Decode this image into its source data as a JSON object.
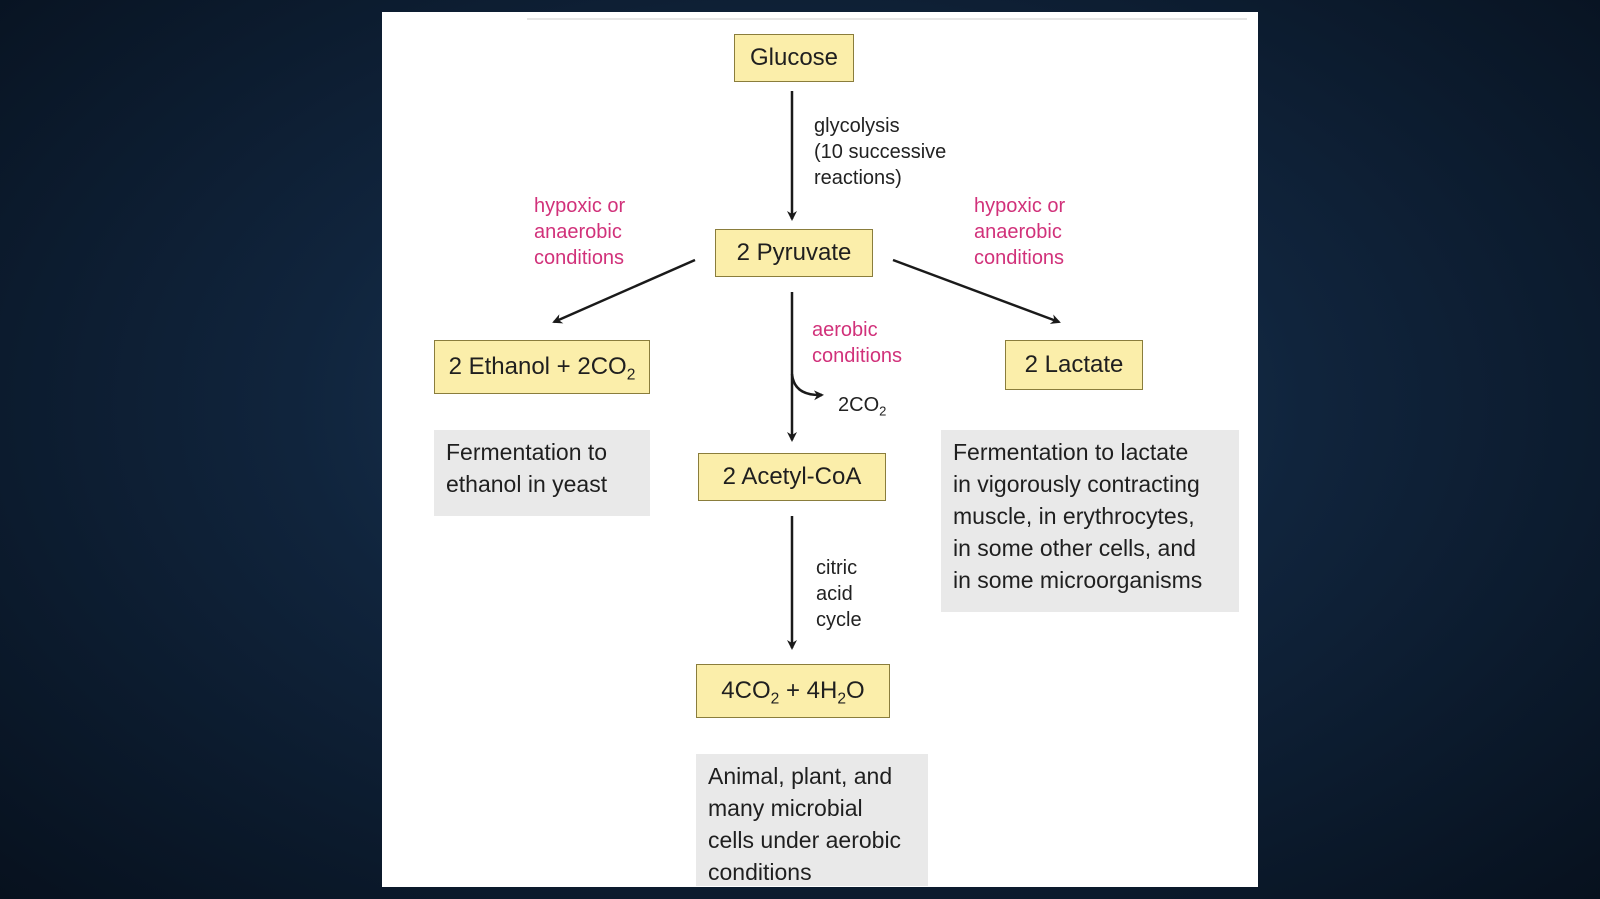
{
  "diagram": {
    "nodes": {
      "glucose": "Glucose",
      "pyruvate": "2 Pyruvate",
      "ethanol": {
        "text": "2 Ethanol + 2CO",
        "sub": "2"
      },
      "lactate": "2 Lactate",
      "acetyl_coa": "2 Acetyl-CoA",
      "final": {
        "part1": "4CO",
        "sub1": "2",
        "part2": " + 4H",
        "sub2": "2",
        "part3": "O"
      }
    },
    "edge_labels": {
      "glycolysis": [
        "glycolysis",
        "(10 successive",
        "reactions)"
      ],
      "hypoxic_left": [
        "hypoxic or",
        "anaerobic",
        "conditions"
      ],
      "hypoxic_right": [
        "hypoxic or",
        "anaerobic",
        "conditions"
      ],
      "aerobic": [
        "aerobic",
        "conditions"
      ],
      "co2_release": {
        "text": "2CO",
        "sub": "2"
      },
      "citric_acid_cycle": [
        "citric",
        "acid",
        "cycle"
      ]
    },
    "notes": {
      "ethanol": [
        "Fermentation to",
        "ethanol in yeast"
      ],
      "lactate": [
        "Fermentation to lactate",
        "in vigorously contracting",
        "muscle, in erythrocytes,",
        "in some other cells, and",
        "in some microorganisms"
      ],
      "aerobic": [
        "Animal, plant, and",
        "many microbial",
        "cells under aerobic",
        "conditions"
      ]
    },
    "colors": {
      "box_fill": "#fbeeaa",
      "note_fill": "#e9e9e9",
      "condition_text": "#d1317a"
    }
  }
}
